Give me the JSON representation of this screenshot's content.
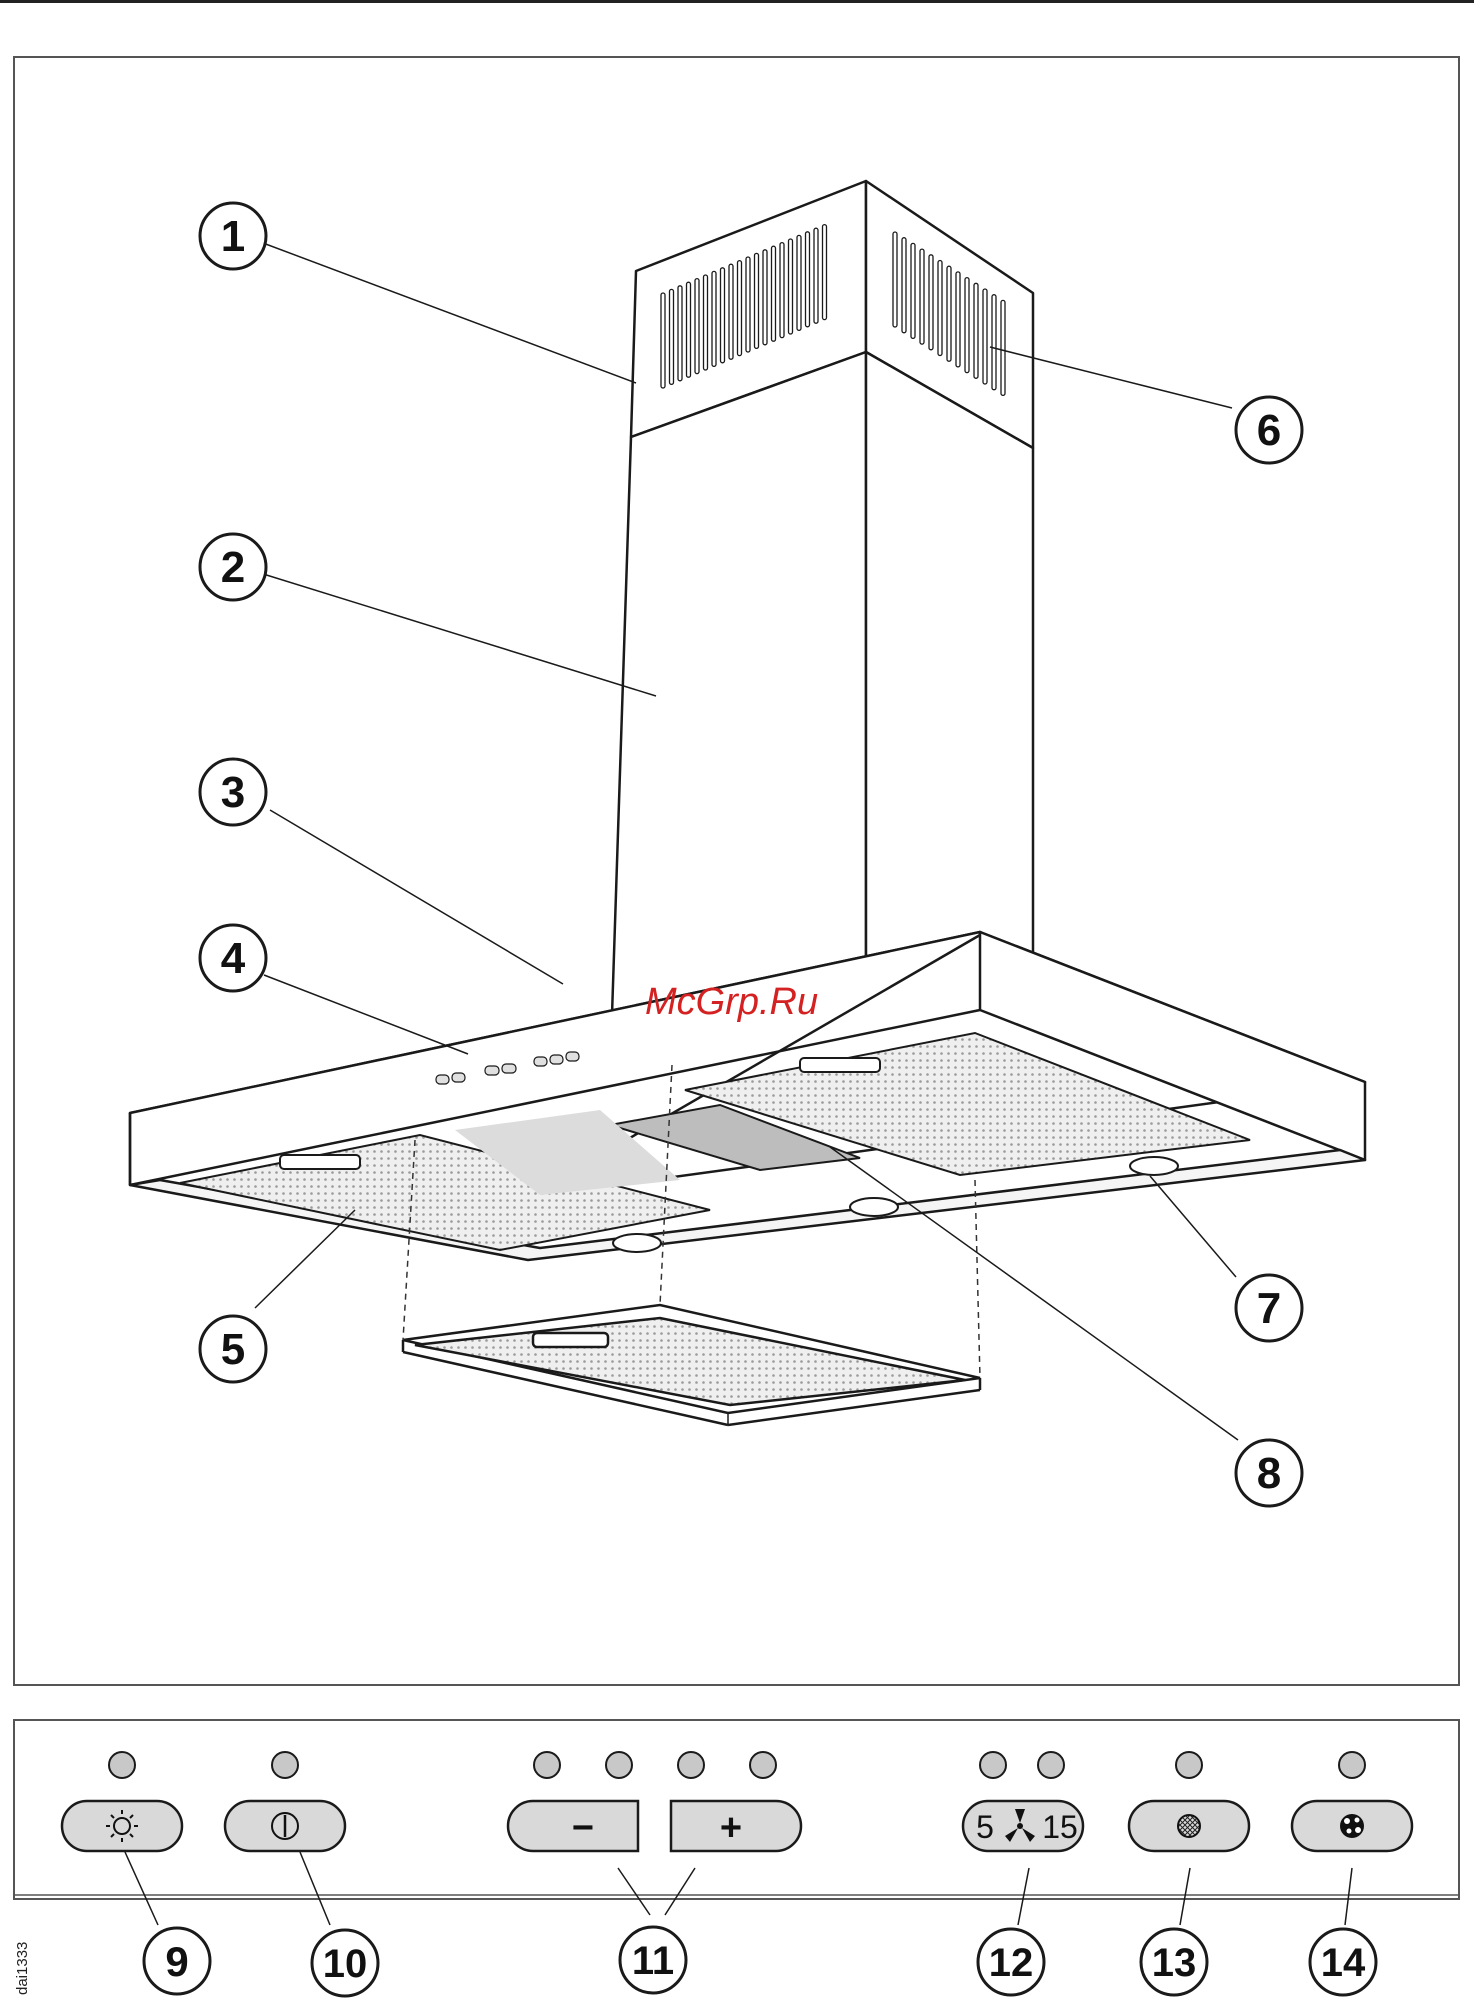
{
  "watermark": "McGrp.Ru",
  "side_code": "dai1333",
  "callouts": {
    "c1": "1",
    "c2": "2",
    "c3": "3",
    "c4": "4",
    "c5": "5",
    "c6": "6",
    "c7": "7",
    "c8": "8",
    "c9": "9",
    "c10": "10",
    "c11": "11",
    "c12": "12",
    "c13": "13",
    "c14": "14"
  },
  "panel": {
    "minus_label": "−",
    "plus_label": "+",
    "timer_left": "5",
    "timer_right": "15"
  },
  "icons": {
    "light": "sun-icon",
    "power": "power-icon",
    "timer": "fan-icon",
    "grease_filter": "grid-filter-icon",
    "odour_filter": "charcoal-filter-icon"
  },
  "colors": {
    "line": "#1a1a1a",
    "button_fill": "#d9d9d9",
    "led_fill": "#c8c8c8",
    "filter_fill": "#e6e6e6",
    "watermark": "#d42121"
  }
}
